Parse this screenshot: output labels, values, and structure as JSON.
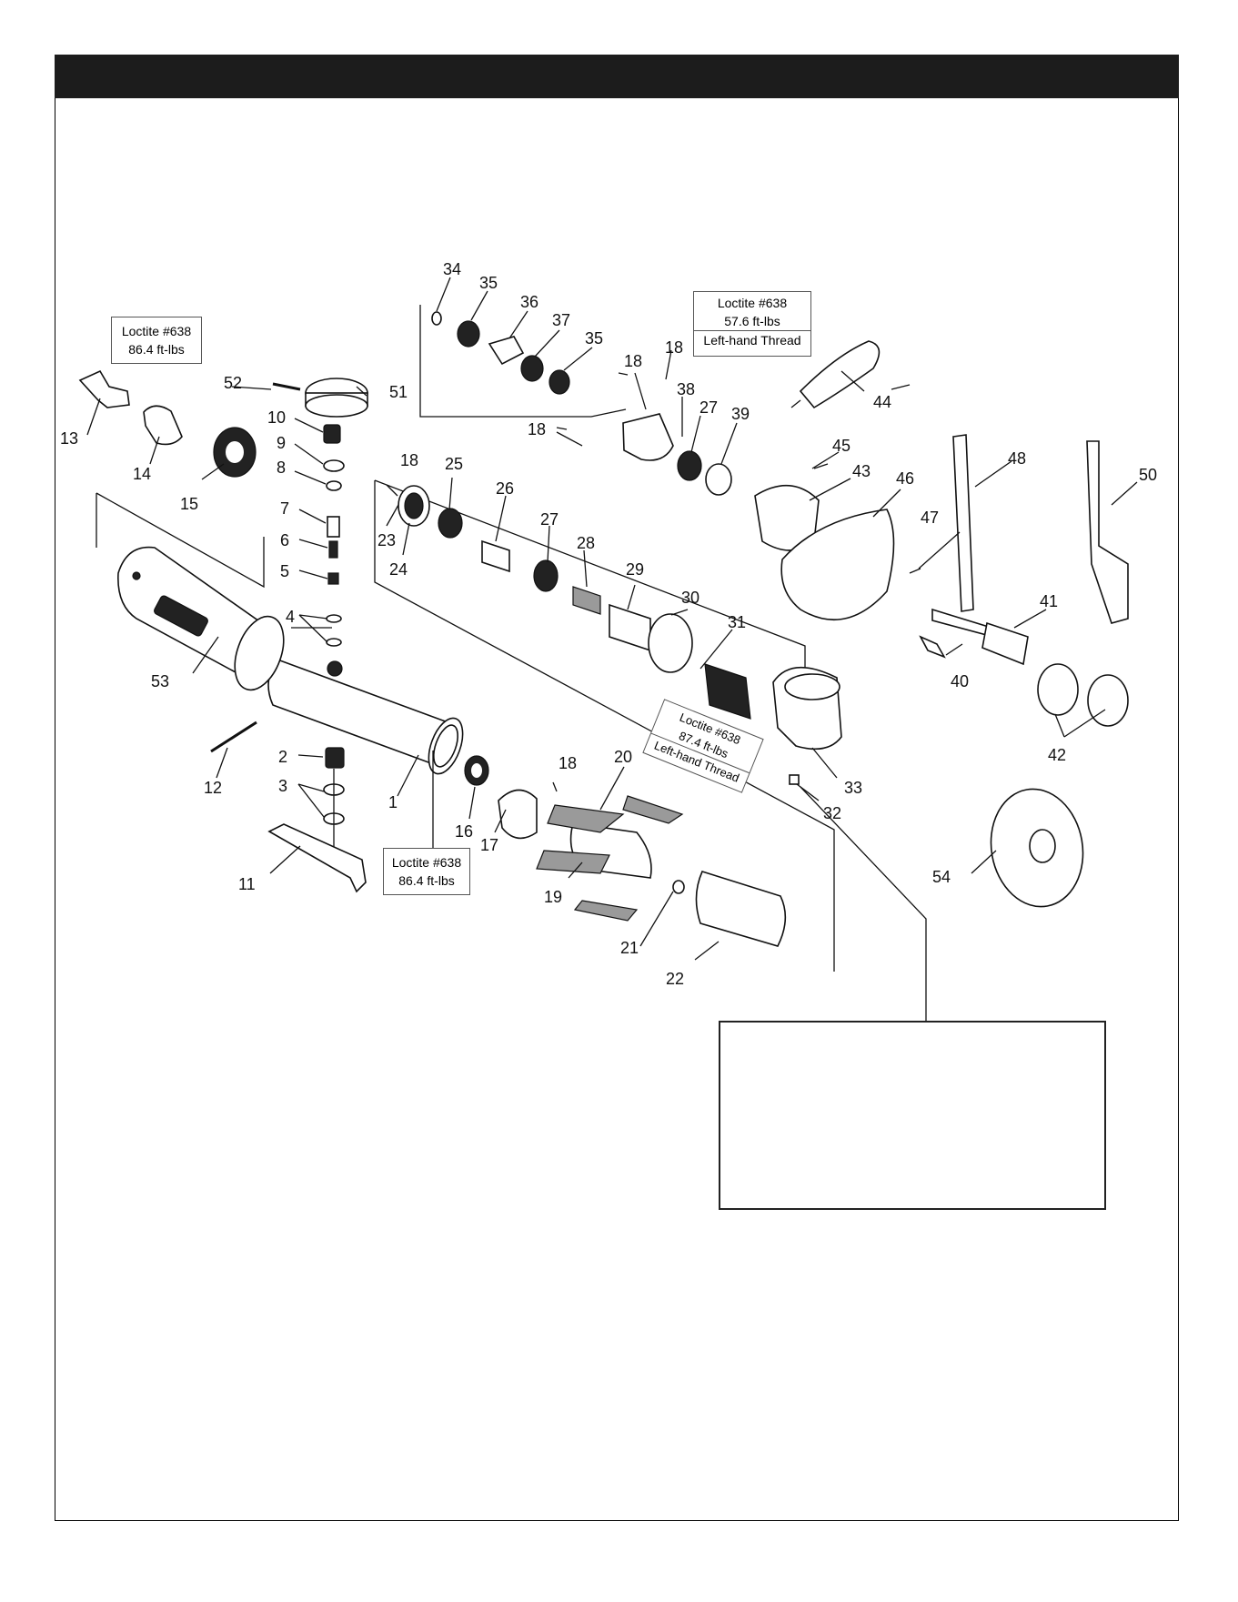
{
  "header": {
    "title": ""
  },
  "callouts": {
    "c1": {
      "line1": "Loctite #638",
      "line2": "86.4 ft-lbs"
    },
    "c2": {
      "line1": "Loctite #638",
      "line2": "57.6 ft-lbs",
      "line3": "Left-hand Thread"
    },
    "c3": {
      "line1": "Loctite #638",
      "line2": "86.4 ft-lbs"
    },
    "c4": {
      "line1": "Loctite #638",
      "line2": "87.4 ft-lbs",
      "line3": "Left-hand Thread"
    }
  },
  "parts": {
    "p1": "1",
    "p2": "2",
    "p3": "3",
    "p4": "4",
    "p5": "5",
    "p6": "6",
    "p7": "7",
    "p8": "8",
    "p9": "9",
    "p10": "10",
    "p11": "11",
    "p12": "12",
    "p13": "13",
    "p14": "14",
    "p15": "15",
    "p16": "16",
    "p17": "17",
    "p18": "18",
    "p19": "19",
    "p20": "20",
    "p21": "21",
    "p22": "22",
    "p23": "23",
    "p24": "24",
    "p25": "25",
    "p26": "26",
    "p27": "27",
    "p28": "28",
    "p29": "29",
    "p30": "30",
    "p31": "31",
    "p32": "32",
    "p33": "33",
    "p34": "34",
    "p35": "35",
    "p36": "36",
    "p37": "37",
    "p38": "38",
    "p39": "39",
    "p40": "40",
    "p41": "41",
    "p42": "42",
    "p43": "43",
    "p44": "44",
    "p45": "45",
    "p46": "46",
    "p47": "47",
    "p48": "48",
    "p50": "50",
    "p51": "51",
    "p52": "52",
    "p53": "53",
    "p54": "54"
  },
  "note_box": {
    "text": ""
  }
}
